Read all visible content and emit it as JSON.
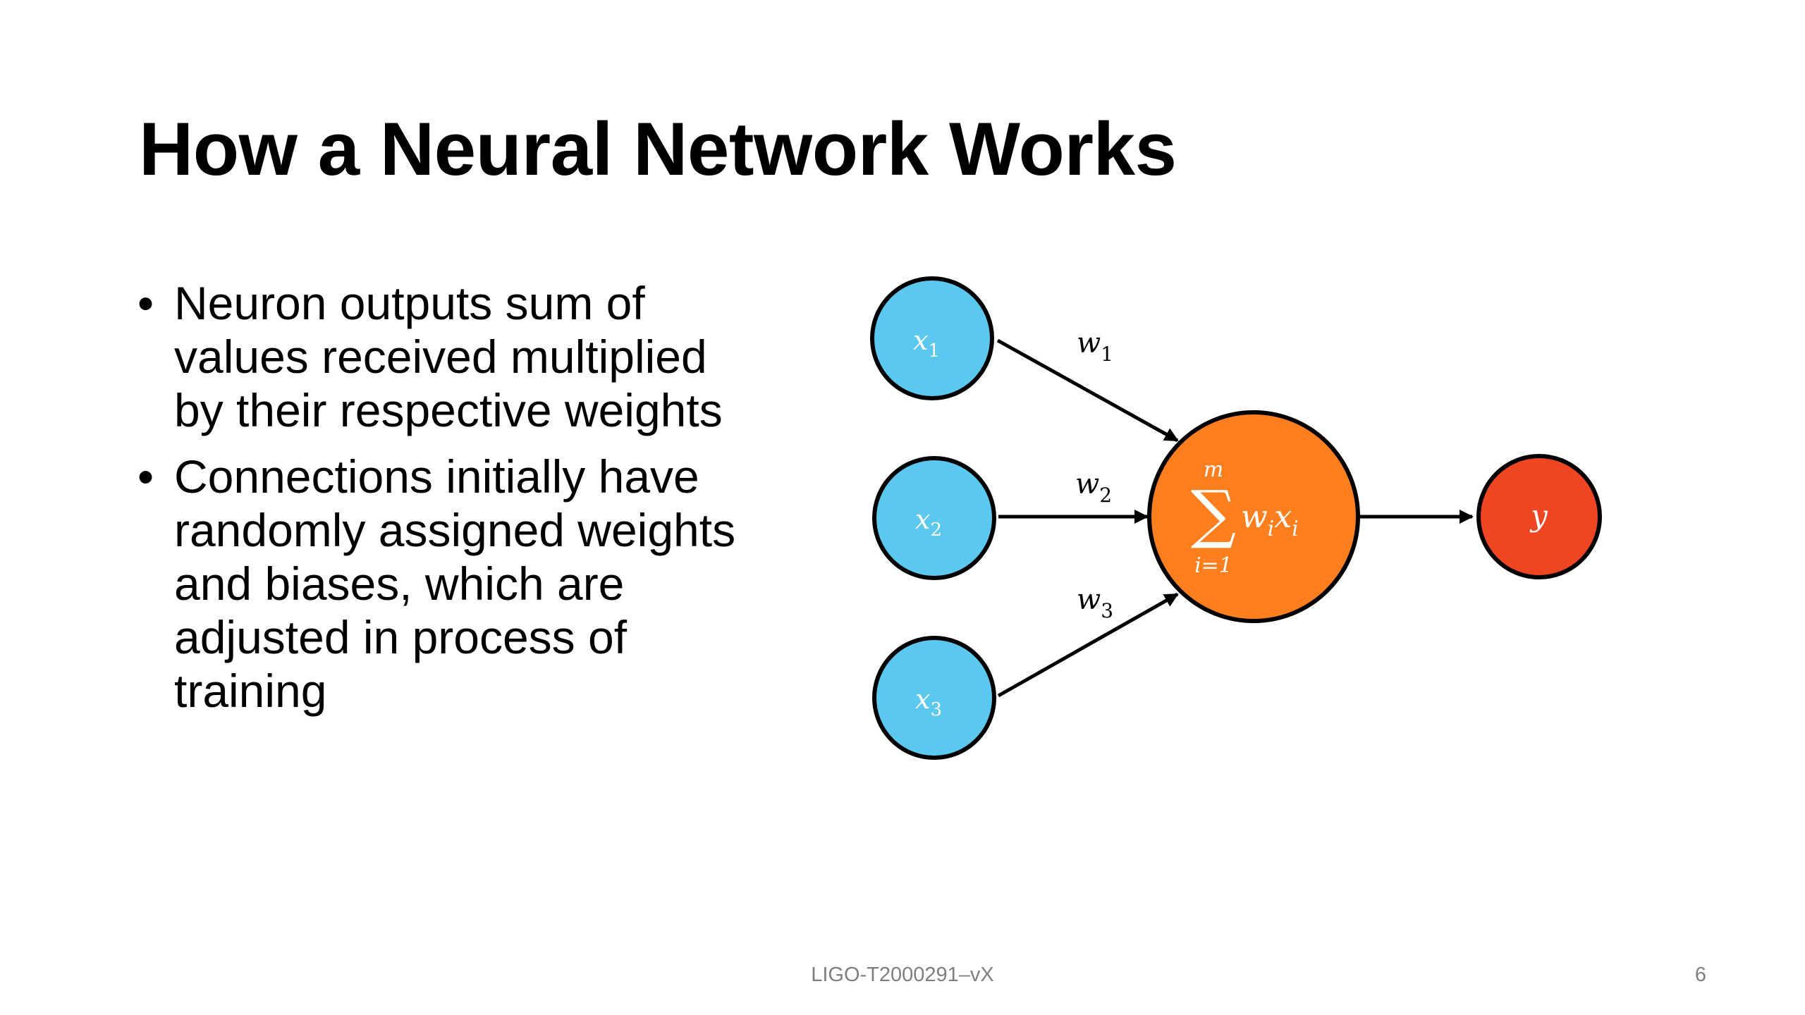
{
  "slide": {
    "title": "How a Neural Network Works",
    "bullet_marker": "•",
    "bullets": [
      "Neuron outputs sum of values received multiplied by their respective weights",
      "Connections initially have randomly assigned weights and biases, which are adjusted in process of training"
    ]
  },
  "diagram": {
    "inputs": [
      {
        "var": "x",
        "sub": "1"
      },
      {
        "var": "x",
        "sub": "2"
      },
      {
        "var": "x",
        "sub": "3"
      }
    ],
    "weights": [
      {
        "var": "w",
        "sub": "1"
      },
      {
        "var": "w",
        "sub": "2"
      },
      {
        "var": "w",
        "sub": "3"
      }
    ],
    "sum_node": {
      "sigma": "∑",
      "upper": "m",
      "lower": "i=1",
      "w": "w",
      "w_sub": "i",
      "x": "x",
      "x_sub": "i"
    },
    "output": {
      "var": "y"
    },
    "colors": {
      "input_fill": "#5bc8f0",
      "sum_fill": "#ff7f1e",
      "output_fill": "#f04523",
      "stroke": "#000000",
      "node_text": "#ffffff"
    }
  },
  "footer": {
    "doc_id": "LIGO-T2000291–vX",
    "page_number": "6"
  }
}
